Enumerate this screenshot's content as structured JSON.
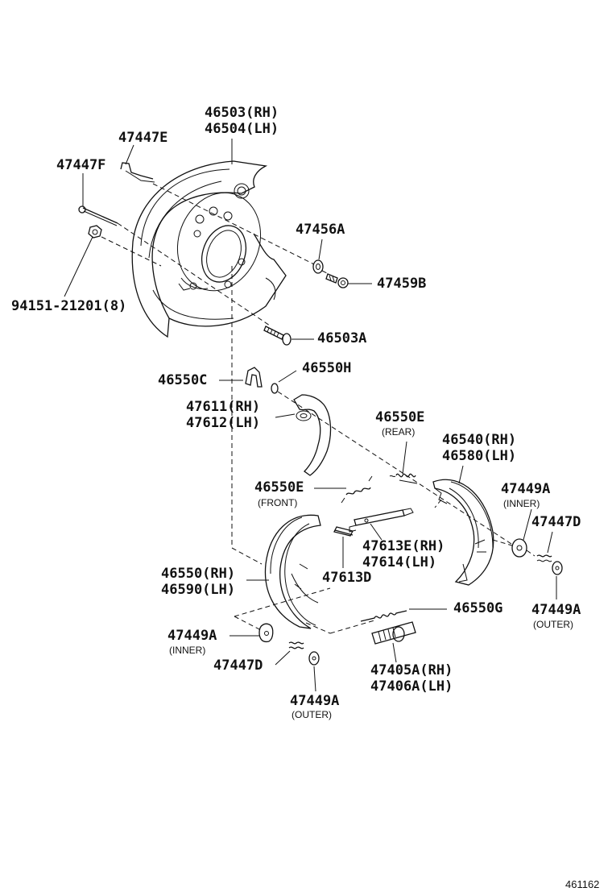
{
  "labels": {
    "p46503_rh": "46503(RH)",
    "p46504_lh": "46504(LH)",
    "p47447e": "47447E",
    "p47447f": "47447F",
    "p47456a": "47456A",
    "p47459b": "47459B",
    "p94151": "94151-21201(8)",
    "p46503a": "46503A",
    "p46550c": "46550C",
    "p46550h": "46550H",
    "p47611_rh": "47611(RH)",
    "p47612_lh": "47612(LH)",
    "p46550e_rear": "46550E",
    "p46550e_rear_note": "(REAR)",
    "p46540_rh": "46540(RH)",
    "p46580_lh": "46580(LH)",
    "p46550e_front": "46550E",
    "p46550e_front_note": "(FRONT)",
    "p47449a_inner_r": "47449A",
    "p47449a_inner_r_note": "(INNER)",
    "p47447d_r": "47447D",
    "p47613e_rh": "47613E(RH)",
    "p47614_lh": "47614(LH)",
    "p47613d": "47613D",
    "p46550_rh": "46550(RH)",
    "p46590_lh": "46590(LH)",
    "p46550g": "46550G",
    "p47449a_outer_r": "47449A",
    "p47449a_outer_r_note": "(OUTER)",
    "p47449a_inner_l": "47449A",
    "p47449a_inner_l_note": "(INNER)",
    "p47447d_l": "47447D",
    "p47405a_rh": "47405A(RH)",
    "p47406a_lh": "47406A(LH)",
    "p47449a_outer_l": "47449A",
    "p47449a_outer_l_note": "(OUTER)"
  },
  "diagram_code": "461162"
}
